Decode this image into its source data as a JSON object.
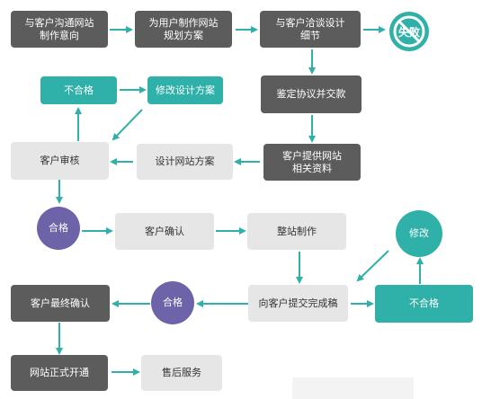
{
  "colors": {
    "dark": "#5c5c5c",
    "light": "#e6e6e6",
    "teal": "#2fb0a8",
    "purple": "#6d63a8",
    "arrow": "#2fb0a8"
  },
  "nodes": {
    "communicate": "与客户沟通网站\n制作意向",
    "plan": "为用户制作网站\n规划方案",
    "negotiate": "与客户洽谈设计\n细节",
    "fail": "失败",
    "sign": "鉴定协议并交款",
    "provide": "客户提供网站\n相关资料",
    "design": "设计网站方案",
    "review": "客户审核",
    "unqualified_top": "不合格",
    "revise_plan": "修改设计方案",
    "qualified_1": "合格",
    "confirm": "客户确认",
    "build": "整站制作",
    "revise": "修改",
    "submit": "向客户提交完成稿",
    "unqualified_bottom": "不合格",
    "qualified_2": "合格",
    "final_confirm": "客户最终确认",
    "launch": "网站正式开通",
    "service": "售后服务"
  }
}
